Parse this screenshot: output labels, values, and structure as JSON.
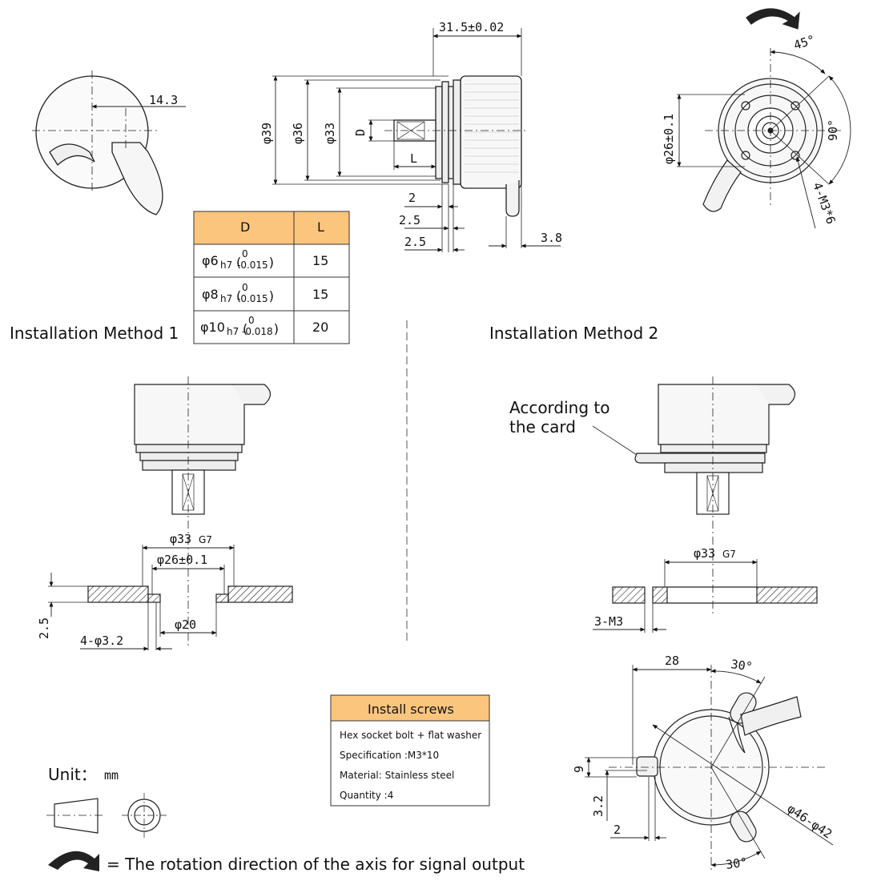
{
  "colors": {
    "header": "#fcc57e",
    "ink": "#111111",
    "grey": "#888888"
  },
  "dims": {
    "d1": "31.5±0.02",
    "d2": "14.3",
    "d3": "φ39",
    "d4": "φ36",
    "d5": "φ33",
    "d6": "D",
    "d7": "L",
    "d8": "2",
    "d9": "2.5",
    "d10": "2.5",
    "d11": "3.8",
    "d12": "45°",
    "d13": "90°",
    "d14": "φ26±0.1",
    "d15": "4-M3*6"
  },
  "table": {
    "headers": [
      "D",
      "L"
    ],
    "rows": [
      {
        "d_main": "φ6",
        "d_sub": "h7",
        "d_top": "0",
        "d_bot": "-0.015",
        "l": "15"
      },
      {
        "d_main": "φ8",
        "d_sub": "h7",
        "d_top": "0",
        "d_bot": "-0.015",
        "l": "15"
      },
      {
        "d_main": "φ10",
        "d_sub": "h7",
        "d_top": "0",
        "d_bot": "-0.018",
        "l": "20"
      }
    ]
  },
  "method1": {
    "title": "Installation Method 1",
    "d33": "φ33",
    "d33_sup": "G7",
    "d26": "φ26±0.1",
    "d20": "φ20",
    "t25": "2.5",
    "holes": "4-φ3.2"
  },
  "method2": {
    "title": "Installation Method 2",
    "card_l1": "According to",
    "card_l2": "the card",
    "d33": "φ33",
    "d33_sup": "G7",
    "m3": "3-M3",
    "d28": "28",
    "a30a": "30°",
    "a30b": "30°",
    "d9": "9",
    "d32": "3.2",
    "d2": "2",
    "d46": "φ46-φ42"
  },
  "screws": {
    "title": "Install screws",
    "lines": [
      "Hex socket bolt + flat washer",
      "Specification :M3*10",
      "Material: Stainless steel",
      "Quantity :4"
    ]
  },
  "legend": {
    "unit_label": "Unit：",
    "unit_value": "mm",
    "rotation_text": "= The rotation direction of the axis for signal output"
  }
}
